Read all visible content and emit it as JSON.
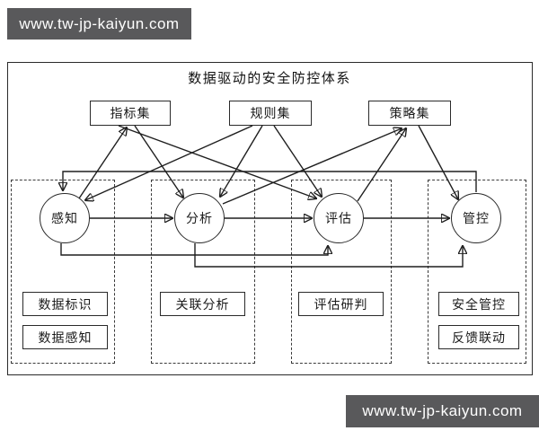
{
  "banners": {
    "top_text": "www.tw-jp-kaiyun.com",
    "bottom_text": "www.tw-jp-kaiyun.com"
  },
  "colors": {
    "banner_bg": "#59595b",
    "banner_text": "#ffffff",
    "line": "#1f1f1f",
    "background": "#ffffff"
  },
  "diagram": {
    "title": "数据驱动的安全防控体系",
    "knowledge_sets": [
      {
        "label": "指标集"
      },
      {
        "label": "规则集"
      },
      {
        "label": "策略集"
      }
    ],
    "process_nodes": [
      {
        "label": "感知"
      },
      {
        "label": "分析"
      },
      {
        "label": "评估"
      },
      {
        "label": "管控"
      }
    ],
    "capability_groups": [
      {
        "owner": "感知",
        "boxes": [
          {
            "label": "数据标识"
          },
          {
            "label": "数据感知"
          }
        ]
      },
      {
        "owner": "分析",
        "boxes": [
          {
            "label": "关联分析"
          }
        ]
      },
      {
        "owner": "评估",
        "boxes": [
          {
            "label": "评估研判"
          }
        ]
      },
      {
        "owner": "管控",
        "boxes": [
          {
            "label": "安全管控"
          },
          {
            "label": "反馈联动"
          }
        ]
      }
    ],
    "edges": [
      {
        "from": "感知",
        "to": "指标集"
      },
      {
        "from": "指标集",
        "to": "分析"
      },
      {
        "from": "指标集",
        "to": "评估"
      },
      {
        "from": "规则集",
        "to": "感知"
      },
      {
        "from": "规则集",
        "to": "分析"
      },
      {
        "from": "规则集",
        "to": "评估"
      },
      {
        "from": "分析",
        "to": "策略集"
      },
      {
        "from": "评估",
        "to": "策略集"
      },
      {
        "from": "策略集",
        "to": "管控"
      },
      {
        "from": "感知",
        "to": "分析"
      },
      {
        "from": "分析",
        "to": "评估"
      },
      {
        "from": "评估",
        "to": "管控"
      },
      {
        "from": "管控",
        "to": "感知",
        "route": "top-feedback"
      },
      {
        "from": "感知",
        "to": "评估",
        "route": "bottom-feedback"
      },
      {
        "from": "分析",
        "to": "管控",
        "route": "bottom-feedback"
      }
    ]
  }
}
